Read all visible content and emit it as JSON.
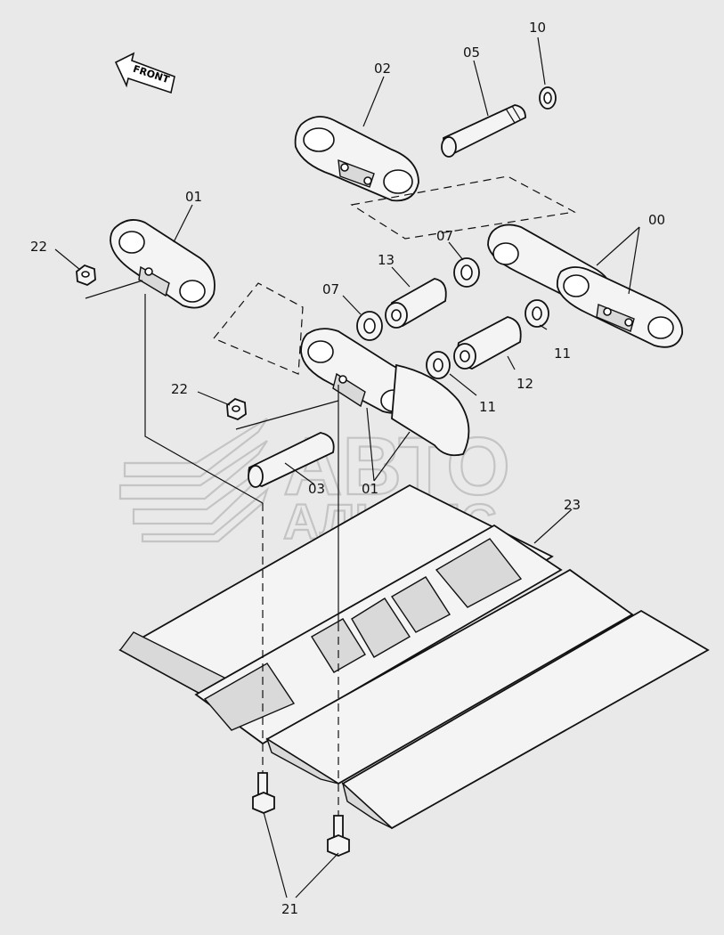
{
  "diagram": {
    "front_arrow": "FRONT",
    "watermark": {
      "line1": "АВТО",
      "line2": "АЛЬЯНС"
    },
    "callouts": [
      {
        "id": "c-10",
        "label": "10"
      },
      {
        "id": "c-05",
        "label": "05"
      },
      {
        "id": "c-02",
        "label": "02"
      },
      {
        "id": "c-01a",
        "label": "01"
      },
      {
        "id": "c-22a",
        "label": "22"
      },
      {
        "id": "c-00",
        "label": "00"
      },
      {
        "id": "c-07a",
        "label": "07"
      },
      {
        "id": "c-13",
        "label": "13"
      },
      {
        "id": "c-07b",
        "label": "07"
      },
      {
        "id": "c-11a",
        "label": "11"
      },
      {
        "id": "c-12",
        "label": "12"
      },
      {
        "id": "c-11b",
        "label": "11"
      },
      {
        "id": "c-22b",
        "label": "22"
      },
      {
        "id": "c-03",
        "label": "03"
      },
      {
        "id": "c-01b",
        "label": "01"
      },
      {
        "id": "c-23",
        "label": "23"
      },
      {
        "id": "c-21",
        "label": "21"
      }
    ]
  }
}
